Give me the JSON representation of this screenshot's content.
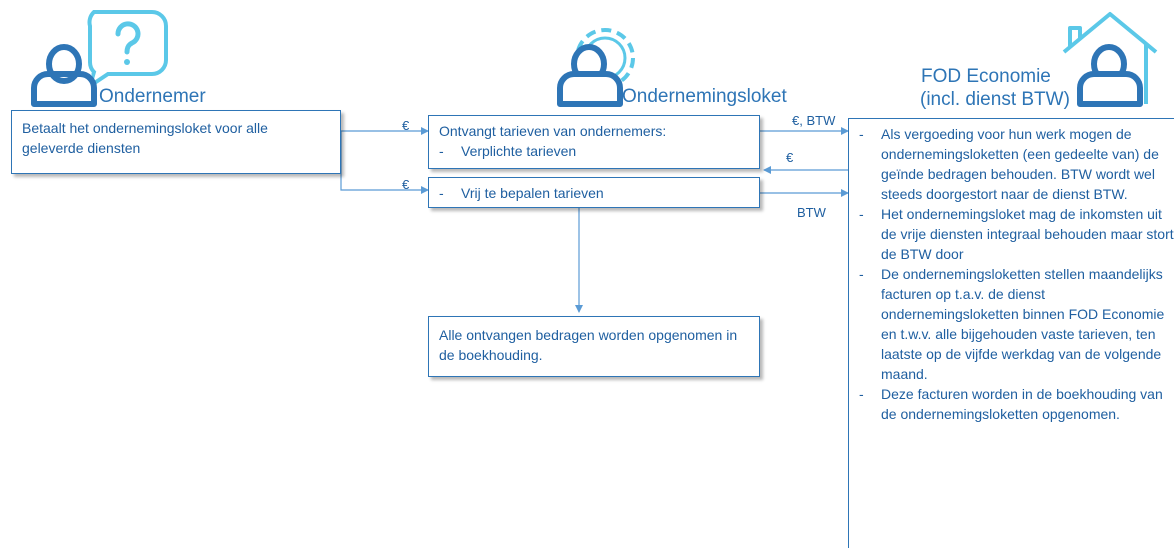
{
  "actors": {
    "ondernemer": "Ondernemer",
    "loket": "Ondernemingsloket",
    "fod_line1": "FOD Economie",
    "fod_line2": "(incl. dienst BTW)"
  },
  "boxes": {
    "ondernemer_text": "Betaalt het ondernemingsloket voor alle geleverde diensten",
    "tarieven_title": "Ontvangt tarieven van ondernemers:",
    "tarieven_item": "Verplichte tarieven",
    "vrij_item": "Vrij te bepalen tarieven",
    "boekhouding": "Alle ontvangen bedragen worden opgenomen in de boekhouding."
  },
  "arrows": {
    "euro_top": "€",
    "euro_bottom": "€",
    "euro_btw": "€, BTW",
    "euro_back": "€",
    "btw": "BTW"
  },
  "fod_notes": [
    "Als vergoeding voor hun werk mogen de ondernemingsloketten (een gedeelte van) de geïnde bedragen behouden. BTW wordt wel steeds doorgestort naar de dienst BTW.",
    "Het ondernemingsloket mag de inkomsten uit de vrije diensten integraal behouden maar stort de BTW door",
    "De ondernemingsloketten stellen maandelijks facturen op t.a.v. de dienst ondernemingsloketten binnen FOD Economie en t.w.v. alle bijgehouden vaste tarieven, ten laatste op de vijfde werkdag van de volgende maand.",
    "Deze facturen worden in de boekhouding van de ondernemingsloketten opgenomen."
  ],
  "colors": {
    "primary": "#2e75b6",
    "dark_blue": "#1f5fa0",
    "light_blue": "#5bc8e8",
    "line": "#5b9bd5"
  },
  "icons": [
    "user-question-icon",
    "user-gear-icon",
    "user-house-icon"
  ]
}
